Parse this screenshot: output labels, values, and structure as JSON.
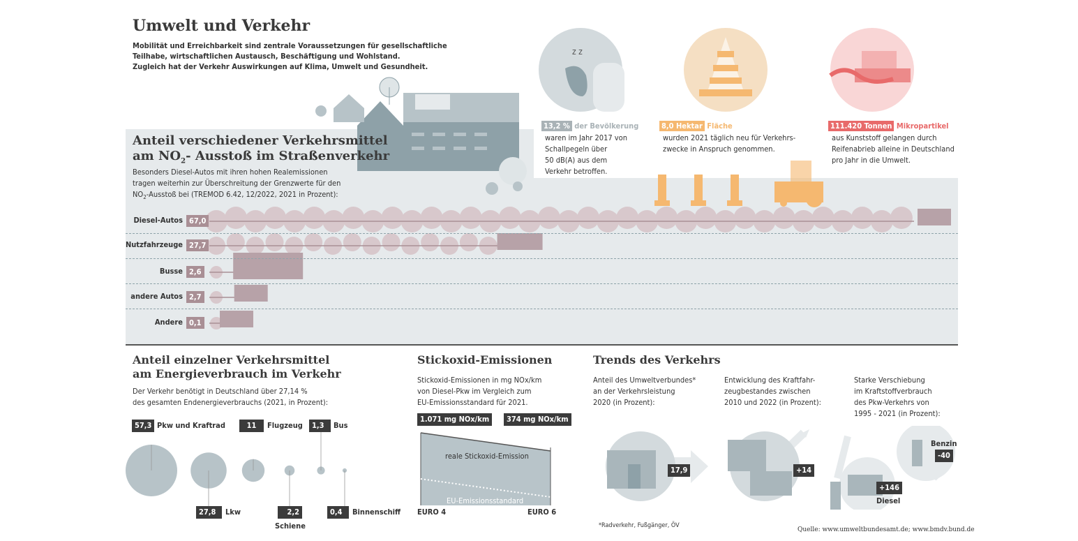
{
  "title": "Umwelt und Verkehr",
  "intro": [
    "Mobilität und Erreichbarkeit sind zentrale Voraussetzungen für gesellschaftliche",
    "Teilhabe, wirtschaftlichen Austausch, Beschäftigung und Wohlstand.",
    "Zugleich hat der Verkehr Auswirkungen auf Klima, Umwelt und Gesundheit."
  ],
  "facts": [
    {
      "value": "13,2 %",
      "label": "der Bevölkerung",
      "text": [
        "waren im Jahr 2017 von",
        "Schallpegeln über",
        "50 dB(A) aus dem",
        "Verkehr betroffen."
      ],
      "color": "#a9b2b6"
    },
    {
      "value": "8,0 Hektar",
      "label": "Fläche",
      "text": [
        "wurden 2021 täglich neu für Verkehrs-",
        "zwecke in Anspruch genommen."
      ],
      "color": "#f5b870"
    },
    {
      "value": "111.420 Tonnen",
      "label": "Mikropartikel",
      "text": [
        "aus Kunststoff gelangen durch",
        "Reifenabrieb alleine in Deutschland",
        "pro Jahr in die Umwelt."
      ],
      "color": "#e86a6a"
    }
  ],
  "no2": {
    "title1": "Anteil verschiedener Verkehrsmittel",
    "title2a": "am NO",
    "title2sub": "2",
    "title2b": "- Ausstoß im Straßenverkehr",
    "desc1": "Besonders Diesel-Autos mit ihren hohen Realemissionen",
    "desc2": "tragen weiterhin zur Überschreitung der Grenzwerte für den",
    "desc3a": "NO",
    "desc3sub": "2",
    "desc3b": "-Ausstoß bei (TREMOD 6.42, 12/2022, 2021 in Prozent):",
    "rows": [
      {
        "label": "Diesel-Autos",
        "value": "67,0",
        "pct": 67.0
      },
      {
        "label": "Nutzfahrzeuge",
        "value": "27,7",
        "pct": 27.7
      },
      {
        "label": "Busse",
        "value": "2,6",
        "pct": 2.6
      },
      {
        "label": "andere Autos",
        "value": "2,7",
        "pct": 2.7
      },
      {
        "label": "Andere",
        "value": "0,1",
        "pct": 0.1
      }
    ]
  },
  "energy": {
    "title1": "Anteil einzelner Verkehrsmittel",
    "title2": "am Energieverbrauch im Verkehr",
    "desc1": "Der Verkehr benötigt  in Deutschland über 27,14 %",
    "desc2": "des gesamten Endenergieverbrauchs (2021, in Prozent):",
    "items": [
      {
        "value": "57,3",
        "label": "Pkw und Kraftrad",
        "pct": 57.3
      },
      {
        "value": "27,8",
        "label": "Lkw",
        "pct": 27.8
      },
      {
        "value": "11",
        "label": "Flugzeug",
        "pct": 11
      },
      {
        "value": "2,2",
        "label": "Schiene",
        "pct": 2.2
      },
      {
        "value": "1,3",
        "label": "Bus",
        "pct": 1.3
      },
      {
        "value": "0,4",
        "label": "Binnenschiff",
        "pct": 0.4
      }
    ]
  },
  "nox": {
    "title": "Stickoxid-Emissionen",
    "desc": [
      "Stickoxid-Emissionen in mg NOx/km",
      "von Diesel-Pkw im Vergleich zum",
      "EU-Emissionsstandard für 2021."
    ],
    "euro4": "1.071 mg NOx/km",
    "euro6": "374 mg NOx/km",
    "real_label": "reale Stickoxid-Emission",
    "std_label": "EU-Emissionsstandard",
    "x_labels": [
      "EURO 4",
      "EURO 6"
    ]
  },
  "trends": {
    "title": "Trends des Verkehrs",
    "c1": {
      "desc": [
        "Anteil des Umweltverbundes*",
        "an der Verkehrsleistung",
        "2020 (in Prozent):"
      ],
      "value": "17,9",
      "footnote": "*Radverkehr, Fußgänger, ÖV"
    },
    "c2": {
      "desc": [
        "Entwicklung des Kraftfahr-",
        "zeugbestandes zwischen",
        "2010 und 2022 (in Prozent):"
      ],
      "value": "+14"
    },
    "c3": {
      "desc": [
        "Starke Verschiebung",
        "im Kraftstoffverbrauch",
        "des Pkw-Verkehrs von",
        "1995 - 2021 (in Prozent):"
      ],
      "benzin_label": "Benzin",
      "benzin": "-40",
      "diesel_label": "Diesel",
      "diesel": "+146"
    }
  },
  "source": "Quelle: www.umweltbundesamt.de; www.bmdv.bund.de"
}
